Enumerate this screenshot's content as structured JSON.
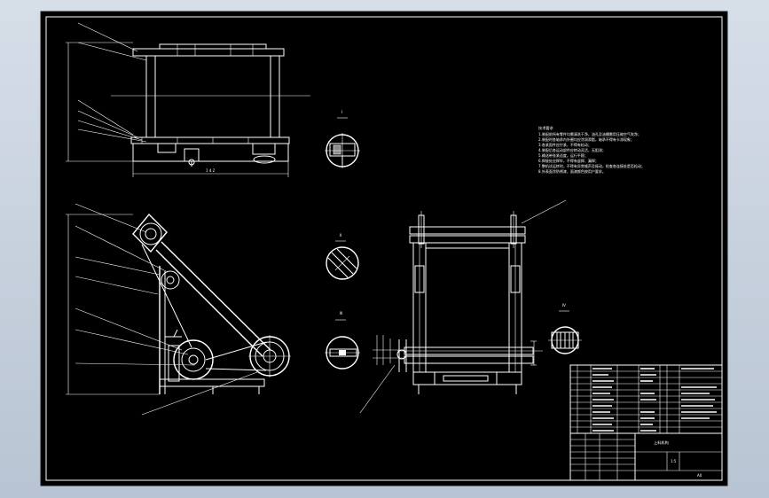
{
  "drawing": {
    "background": "#000000",
    "line_color": "#ffffff",
    "page_color": "#c8d2de"
  },
  "top_view": {
    "dimension_label": "1 4 2"
  },
  "section_views": [
    {
      "label": "Ⅰ"
    },
    {
      "label": "Ⅱ"
    },
    {
      "label": "Ⅲ"
    },
    {
      "label": "Ⅳ"
    }
  ],
  "notes": {
    "heading": "技术要求",
    "lines": [
      "1.装配前所有零件均需清洗干净，油孔及油槽需用压缩空气吹净；",
      "2.装配时各轴承内外圈均应涂润滑脂，轴承不得有卡滞现象；",
      "3.各紧固件应拧紧，不得有松动；",
      "4.装配后各运动部件应转动灵活，无阻滞；",
      "5.输送带张紧适度，运行平稳；",
      "6.焊接处应焊牢，不得有虚焊、漏焊；",
      "7.整机试运转时，不得有异常噪声及振动，检查各连接处是否松动；",
      "8.外表面涂防锈漆，面漆颜色按用户要求。"
    ]
  },
  "title_block": {
    "drawing_name": "上料机构",
    "scale": "1:5",
    "sheet_code": "A0"
  }
}
